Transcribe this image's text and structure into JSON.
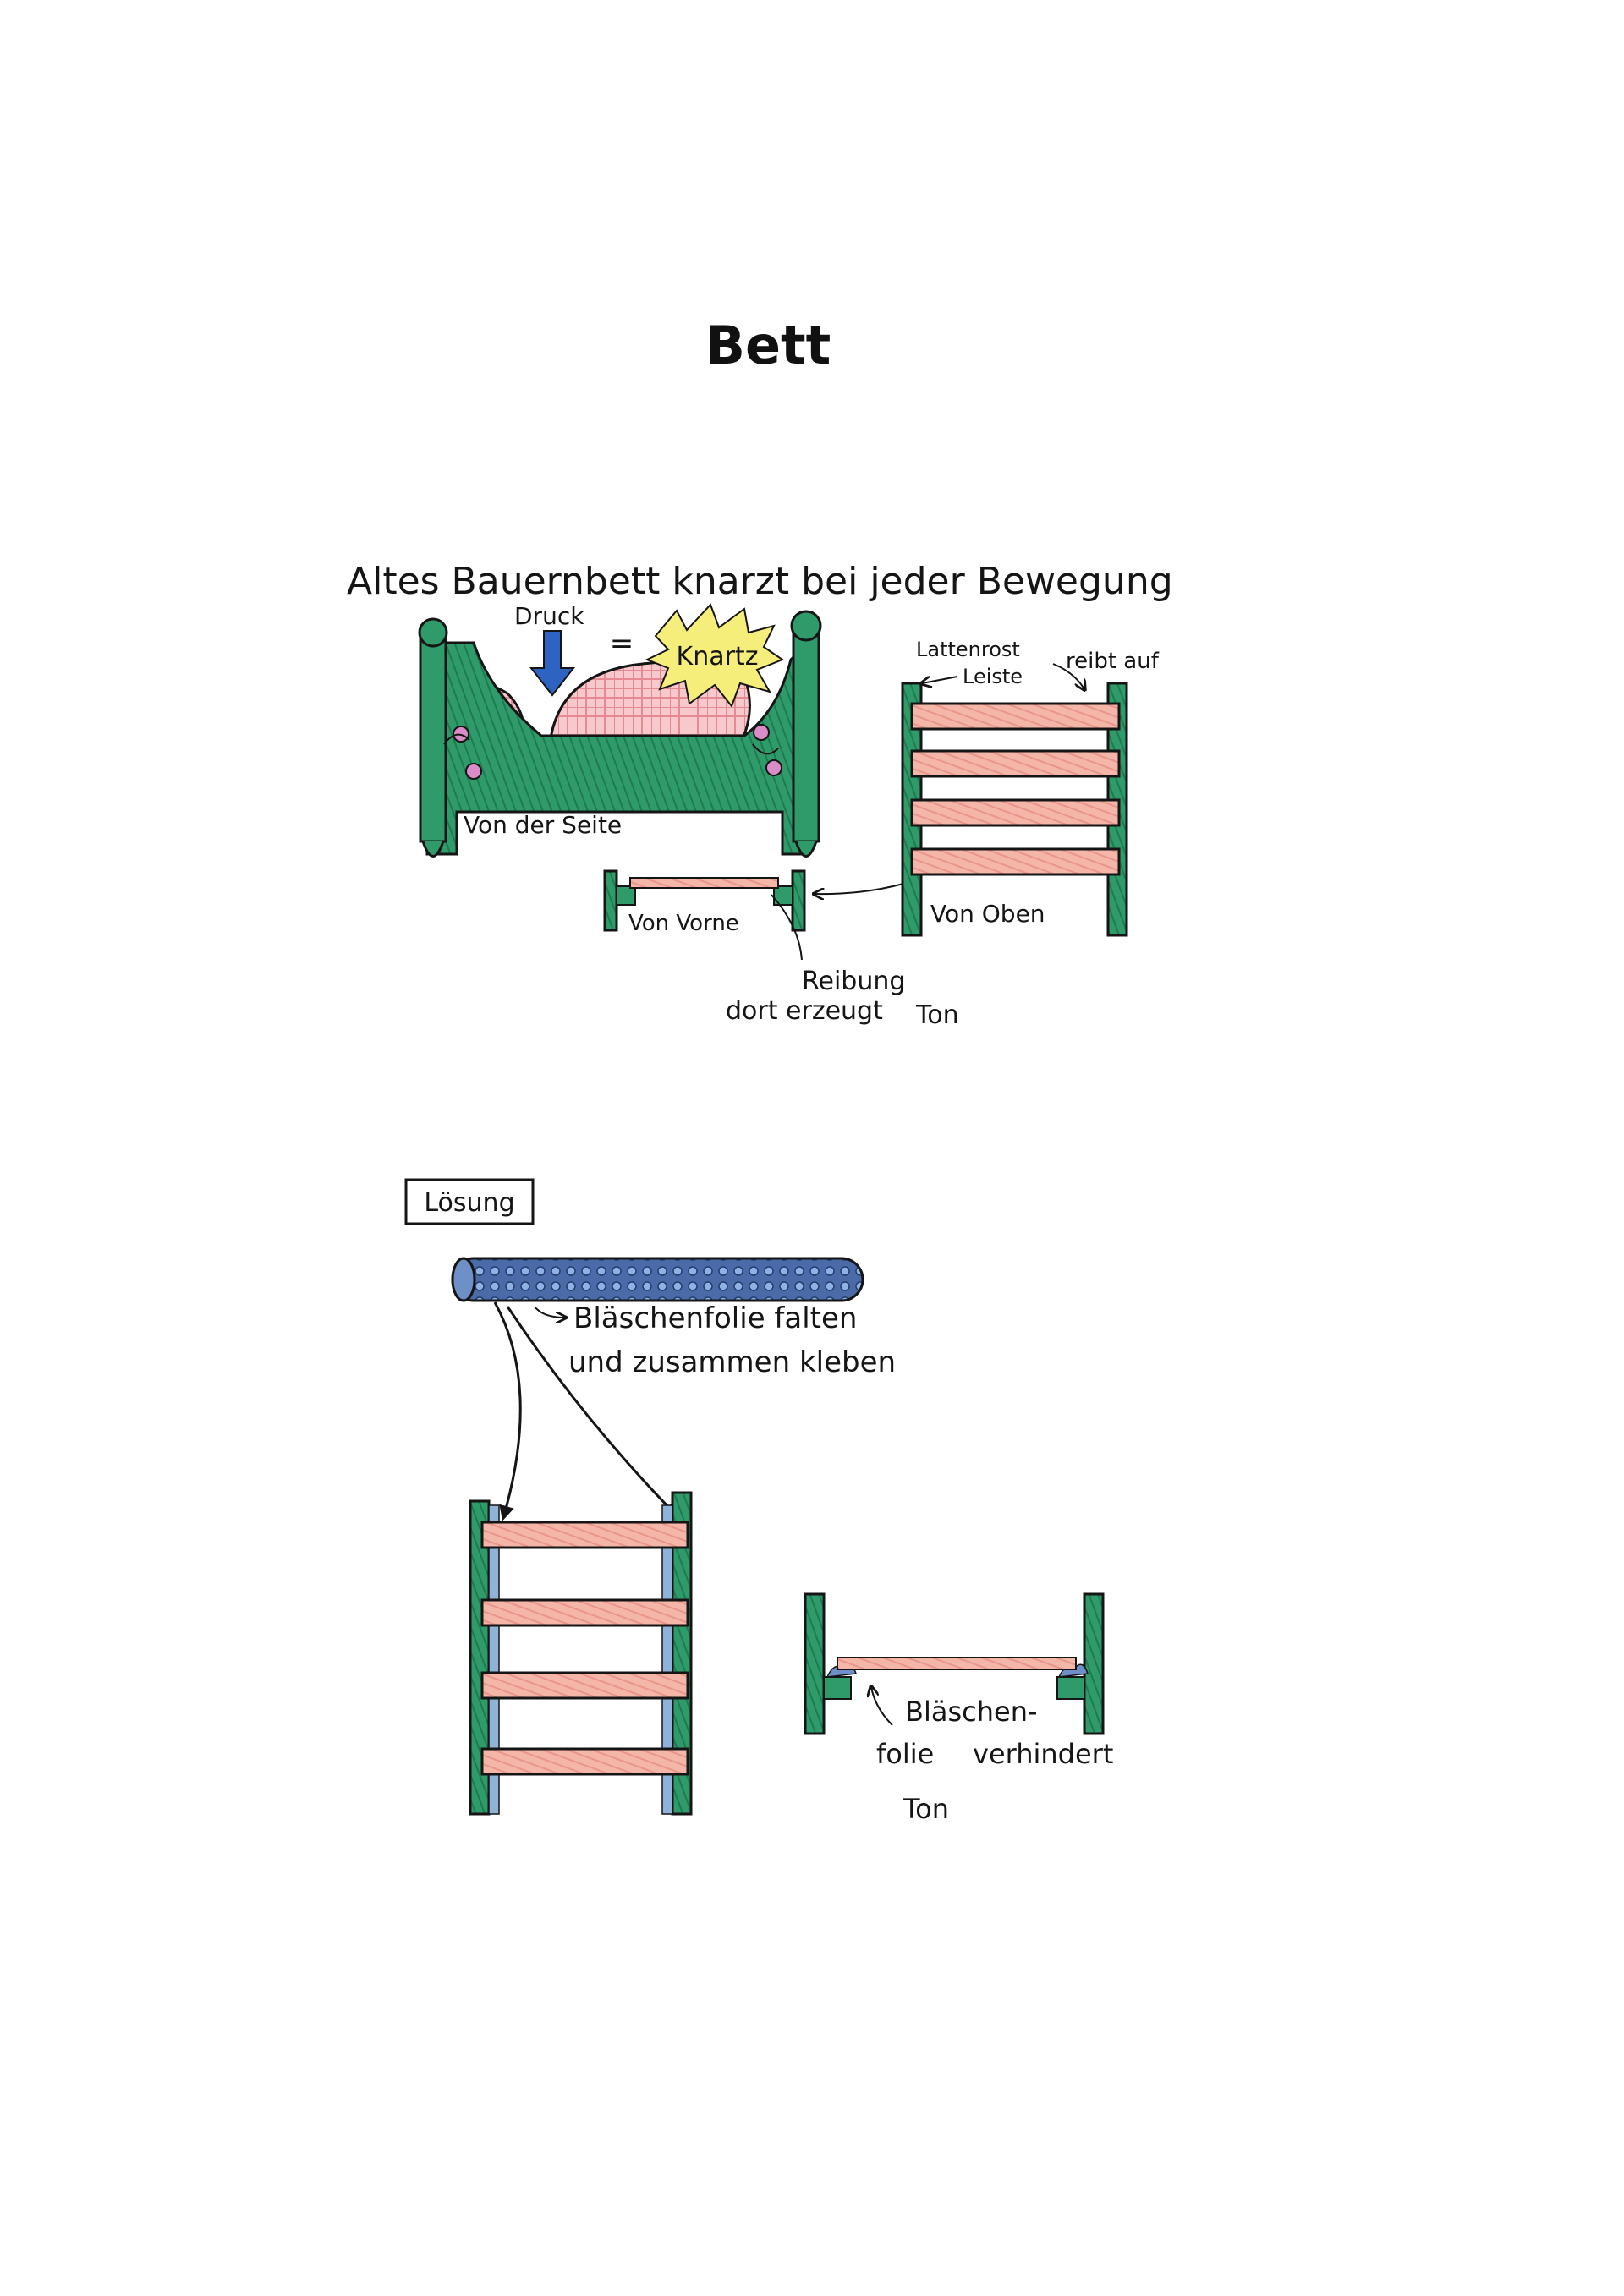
{
  "page": {
    "title": "Bett"
  },
  "problem": {
    "heading": "Altes Bauernbett knarzt bei jeder Bewegung",
    "pressure_label": "Druck",
    "equals": "=",
    "creak_label": "Knartz",
    "side_view_label": "Von der Seite",
    "slatted_frame_label": "Lattenrost",
    "rubs_on_label": "reibt auf",
    "rail_label": "Leiste",
    "front_view_label": "Von Vorne",
    "top_view_label": "Von Oben",
    "friction_line1": "Reibung",
    "friction_line2": "dort erzeugt",
    "friction_line3": "Ton"
  },
  "solution": {
    "box_label": "Lösung",
    "instruction_line1": "Bläschenfolie falten",
    "instruction_line2": "und zusammen kleben",
    "result_line1": "Bläschen-",
    "result_line2": "folie",
    "result_line3": "verhindert",
    "result_line4": "Ton"
  },
  "colors": {
    "frame_green": "#2f9a6a",
    "slat_pink": "#f1b0a2",
    "pillow_pink": "#f6c2c6",
    "arrow_blue": "#2f63c2",
    "star_yellow": "#f6ee7a",
    "bubble_blue": "#4a6aa8",
    "ink": "#151515"
  },
  "icons": {
    "pressure_arrow": "down-arrow-icon",
    "creak_burst": "burst-star-icon",
    "bubble_wrap": "bubble-wrap-roll-icon"
  }
}
